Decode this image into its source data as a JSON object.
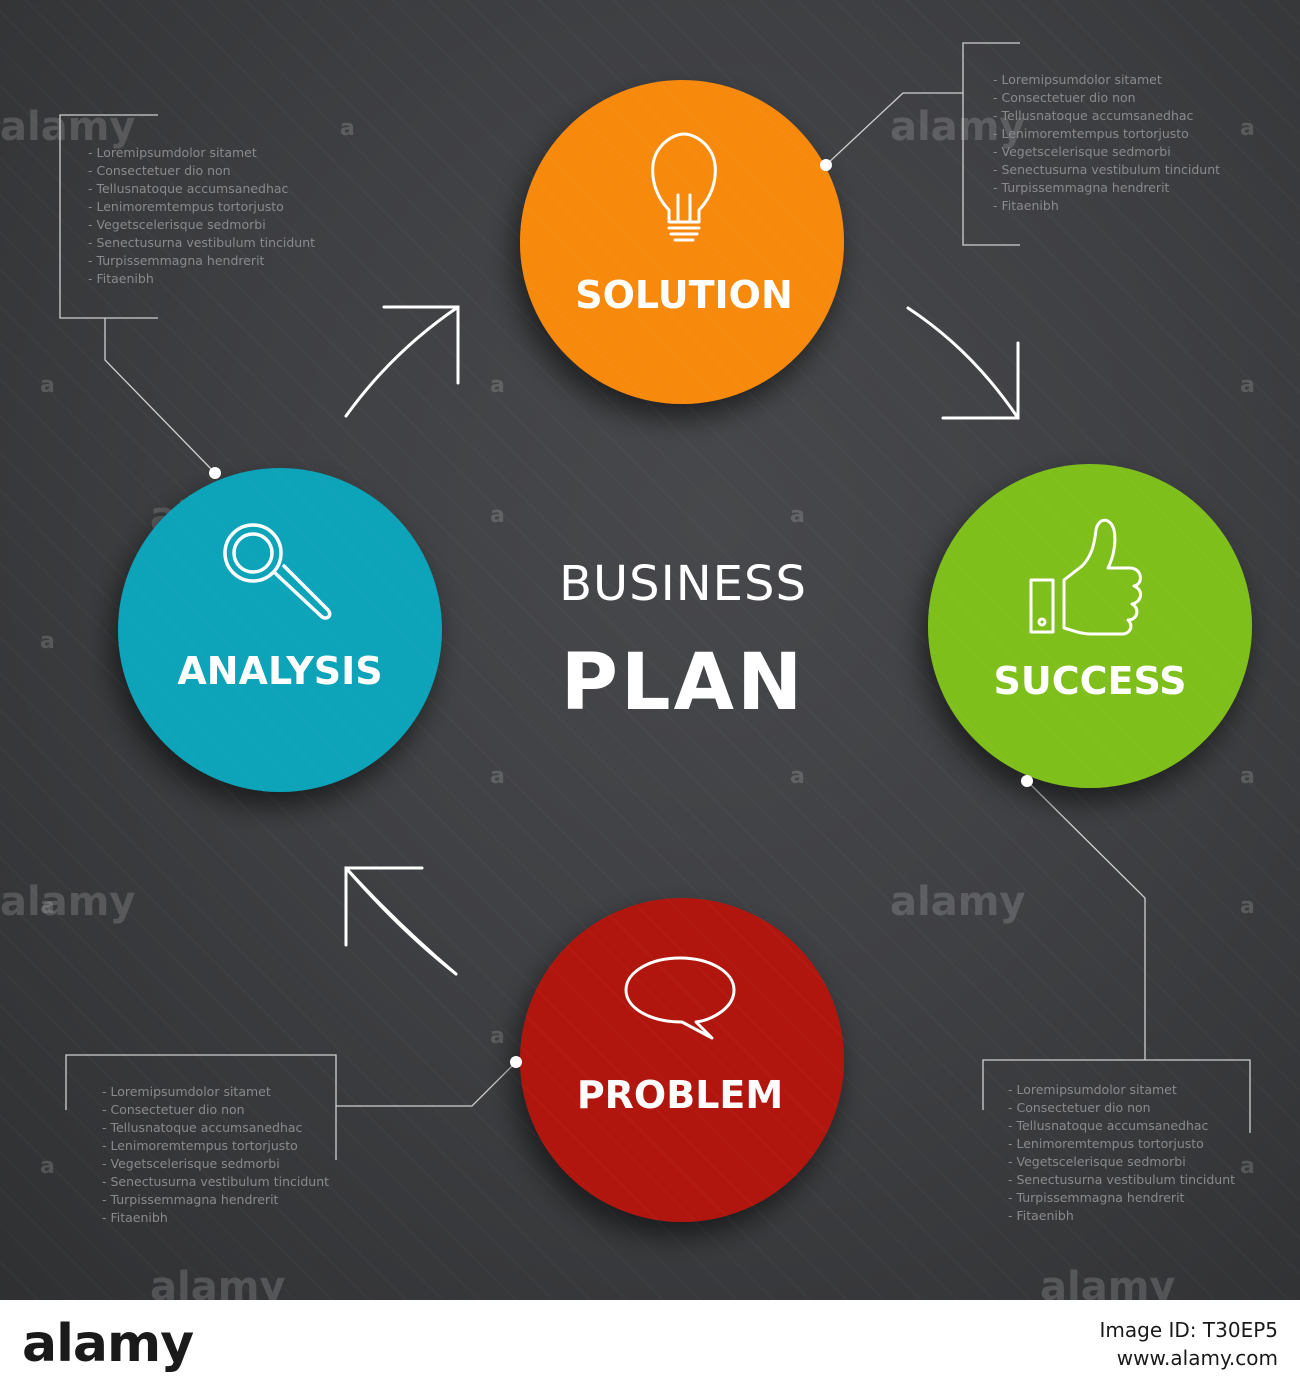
{
  "title": {
    "line1": "BUSINESS",
    "line2": "PLAN"
  },
  "colors": {
    "solution": "#f78a0d",
    "success": "#7fbf1d",
    "problem": "#b0190f",
    "analysis": "#08a3b9",
    "background": "#404143",
    "line": "#d8d8d8"
  },
  "nodes": [
    {
      "key": "solution",
      "label": "SOLUTION",
      "icon": "lightbulb-icon"
    },
    {
      "key": "success",
      "label": "SUCCESS",
      "icon": "thumbs-up-icon"
    },
    {
      "key": "problem",
      "label": "PROBLEM",
      "icon": "speech-bubble-icon"
    },
    {
      "key": "analysis",
      "label": "ANALYSIS",
      "icon": "magnifier-icon"
    }
  ],
  "notes": {
    "items": [
      "- Loremipsumdolor sitamet",
      "- Consectetuer dio non",
      "- Tellusnatoque accumsanedhac",
      "- Lenimoremtempus tortorjusto",
      "- Vegetscelerisque sedmorbi",
      "- Senectusurna vestibulum tincidunt",
      "- Turpissemmagna hendrerit",
      "- Fitaenibh"
    ]
  },
  "watermark": {
    "text": "alamy",
    "mark": "a"
  },
  "footer": {
    "logo": "alamy",
    "image_id": "Image ID: T30EP5",
    "url": "www.alamy.com"
  }
}
